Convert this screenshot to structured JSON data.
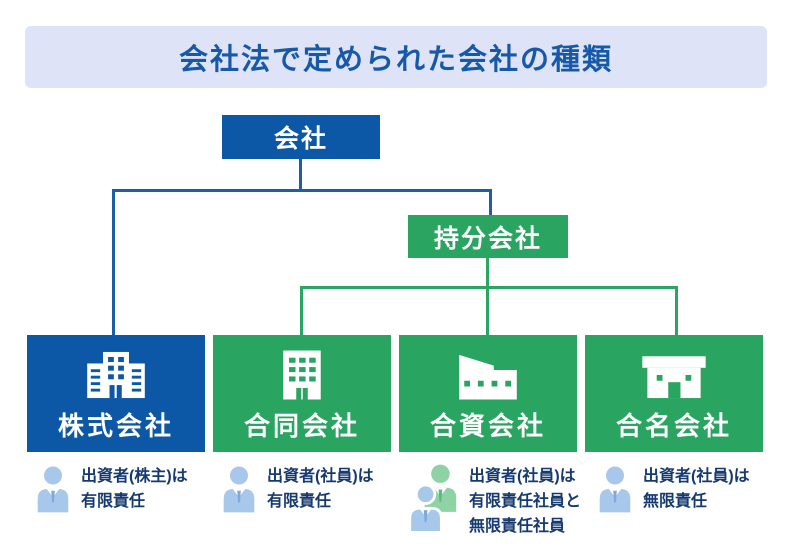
{
  "title": "会社法で定められた会社の種類",
  "tree": {
    "root_label": "会社",
    "branch_label": "持分会社"
  },
  "companies": [
    {
      "name": "株式会社",
      "icon": "office-tower-building-icon",
      "box_color": "#0C57A6",
      "note_lines": [
        "出資者(株主)は",
        "有限責任"
      ],
      "investor_icon": "single-person-icon"
    },
    {
      "name": "合同会社",
      "icon": "office-block-building-icon",
      "box_color": "#29A561",
      "note_lines": [
        "出資者(社員)は",
        "有限責任"
      ],
      "investor_icon": "single-person-icon"
    },
    {
      "name": "合資会社",
      "icon": "slanted-roof-building-icon",
      "box_color": "#29A561",
      "note_lines": [
        "出資者(社員)は",
        "有限責任社員と",
        "無限責任社員"
      ],
      "investor_icon": "two-persons-icon"
    },
    {
      "name": "合名会社",
      "icon": "storefront-building-icon",
      "box_color": "#29A561",
      "note_lines": [
        "出資者(社員)は",
        "無限責任"
      ],
      "investor_icon": "single-person-icon"
    }
  ],
  "colors": {
    "primary_blue": "#0C57A6",
    "green": "#29A561",
    "banner_bg": "#DFE3F8",
    "banner_text": "#1559A8",
    "connector_blue": "#1F5DA6",
    "connector_green": "#2AA563",
    "note_text": "#163A70",
    "person_blue": "#A7C7EB",
    "person_green": "#8FD2A6"
  }
}
